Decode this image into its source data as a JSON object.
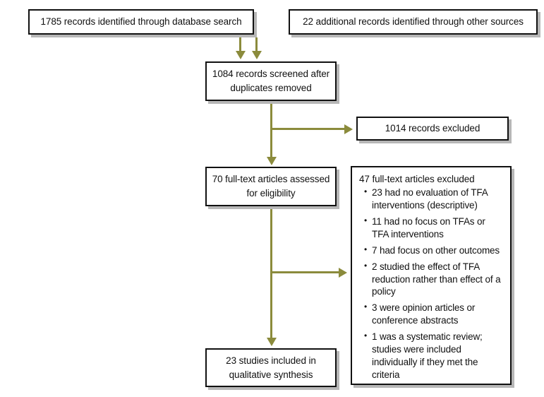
{
  "diagram": {
    "type": "prisma-flow-diagram",
    "accent_color": "#8b8b3c",
    "box_border_color": "#111111",
    "box_background": "#ffffff",
    "shadow_color": "#aaaaaa",
    "nodes": {
      "database_search": "1785 records identified through database search",
      "other_sources": "22 additional records identified through other sources",
      "screened": "1084 records screened after duplicates removed",
      "records_excluded": "1014 records excluded",
      "fulltext_assessed": "70 full-text articles assessed for eligibility",
      "included": "23 studies included in qualitative synthesis"
    },
    "exclusions": {
      "heading": "47 full-text articles excluded",
      "bullet_glyph": "•",
      "items": [
        "23 had no evaluation of TFA interventions (descriptive)",
        "11 had no focus on TFAs or TFA interventions",
        "7 had focus on other outcomes",
        "2 studied the effect of TFA reduction rather than effect of a policy",
        "3 were opinion articles or conference abstracts",
        "1 was a systematic review; studies were included individually if they met the criteria"
      ]
    }
  },
  "chart_data": {
    "type": "diagram",
    "title": "PRISMA study selection flow",
    "stages": [
      {
        "label": "Records identified through database search",
        "value": 1785
      },
      {
        "label": "Additional records identified through other sources",
        "value": 22
      },
      {
        "label": "Records screened after duplicates removed",
        "value": 1084
      },
      {
        "label": "Records excluded",
        "value": 1014
      },
      {
        "label": "Full-text articles assessed for eligibility",
        "value": 70
      },
      {
        "label": "Full-text articles excluded",
        "value": 47
      },
      {
        "label": "Studies included in qualitative synthesis",
        "value": 23
      }
    ],
    "exclusion_breakdown": [
      {
        "label": "No evaluation of TFA interventions (descriptive)",
        "value": 23
      },
      {
        "label": "No focus on TFAs or TFA interventions",
        "value": 11
      },
      {
        "label": "Focus on other outcomes",
        "value": 7
      },
      {
        "label": "Studied effect of TFA reduction rather than effect of a policy",
        "value": 2
      },
      {
        "label": "Opinion articles or conference abstracts",
        "value": 3
      },
      {
        "label": "Systematic review; studies included individually if they met the criteria",
        "value": 1
      }
    ]
  }
}
